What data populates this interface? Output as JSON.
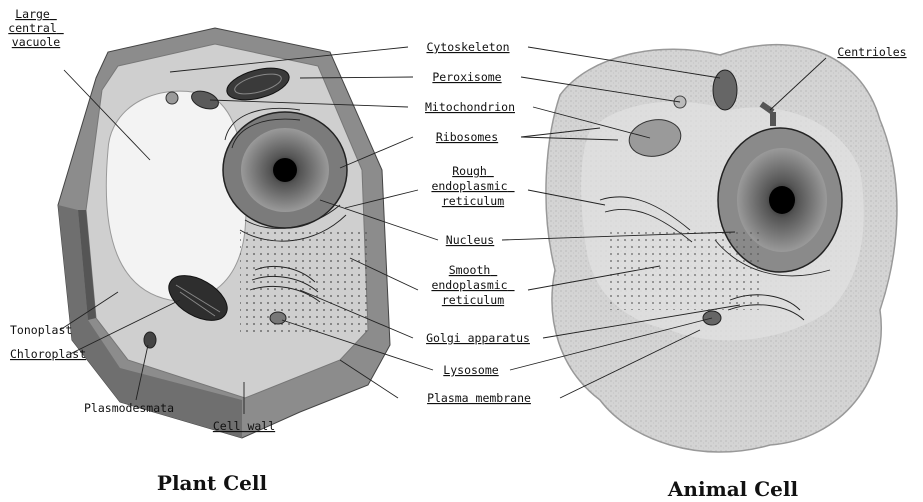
{
  "labels": {
    "large_central_vacuole": [
      "Large",
      "central",
      "vacuole"
    ],
    "cytoskeleton": "Cytoskeleton",
    "peroxisome": "Peroxisome",
    "mitochondrion": "Mitochondrion",
    "ribosomes": "Ribosomes",
    "rough_er": [
      "Rough",
      "endoplasmic",
      "reticulum"
    ],
    "nucleus": "Nucleus",
    "smooth_er": [
      "Smooth",
      "endoplasmic",
      "reticulum"
    ],
    "golgi": "Golgi apparatus",
    "lysosome": "Lysosome",
    "plasma_membrane": "Plasma membrane",
    "centrioles": "Centrioles",
    "tonoplast": "Tonoplast",
    "chloroplast": "Chloroplast",
    "plasmodesmata": "Plasmodesmata",
    "cell_wall": "Cell wall"
  },
  "captions": {
    "plant": "Plant Cell",
    "animal": "Animal Cell"
  },
  "colors": {
    "cell_wall": "#8c8c8c",
    "cytoplasm": "#c9c9c9",
    "vacuole": "#f2f2f2",
    "nucleus": "#2a2a2a",
    "animal_cell": "#d6d6d6",
    "lines": "#222222"
  }
}
